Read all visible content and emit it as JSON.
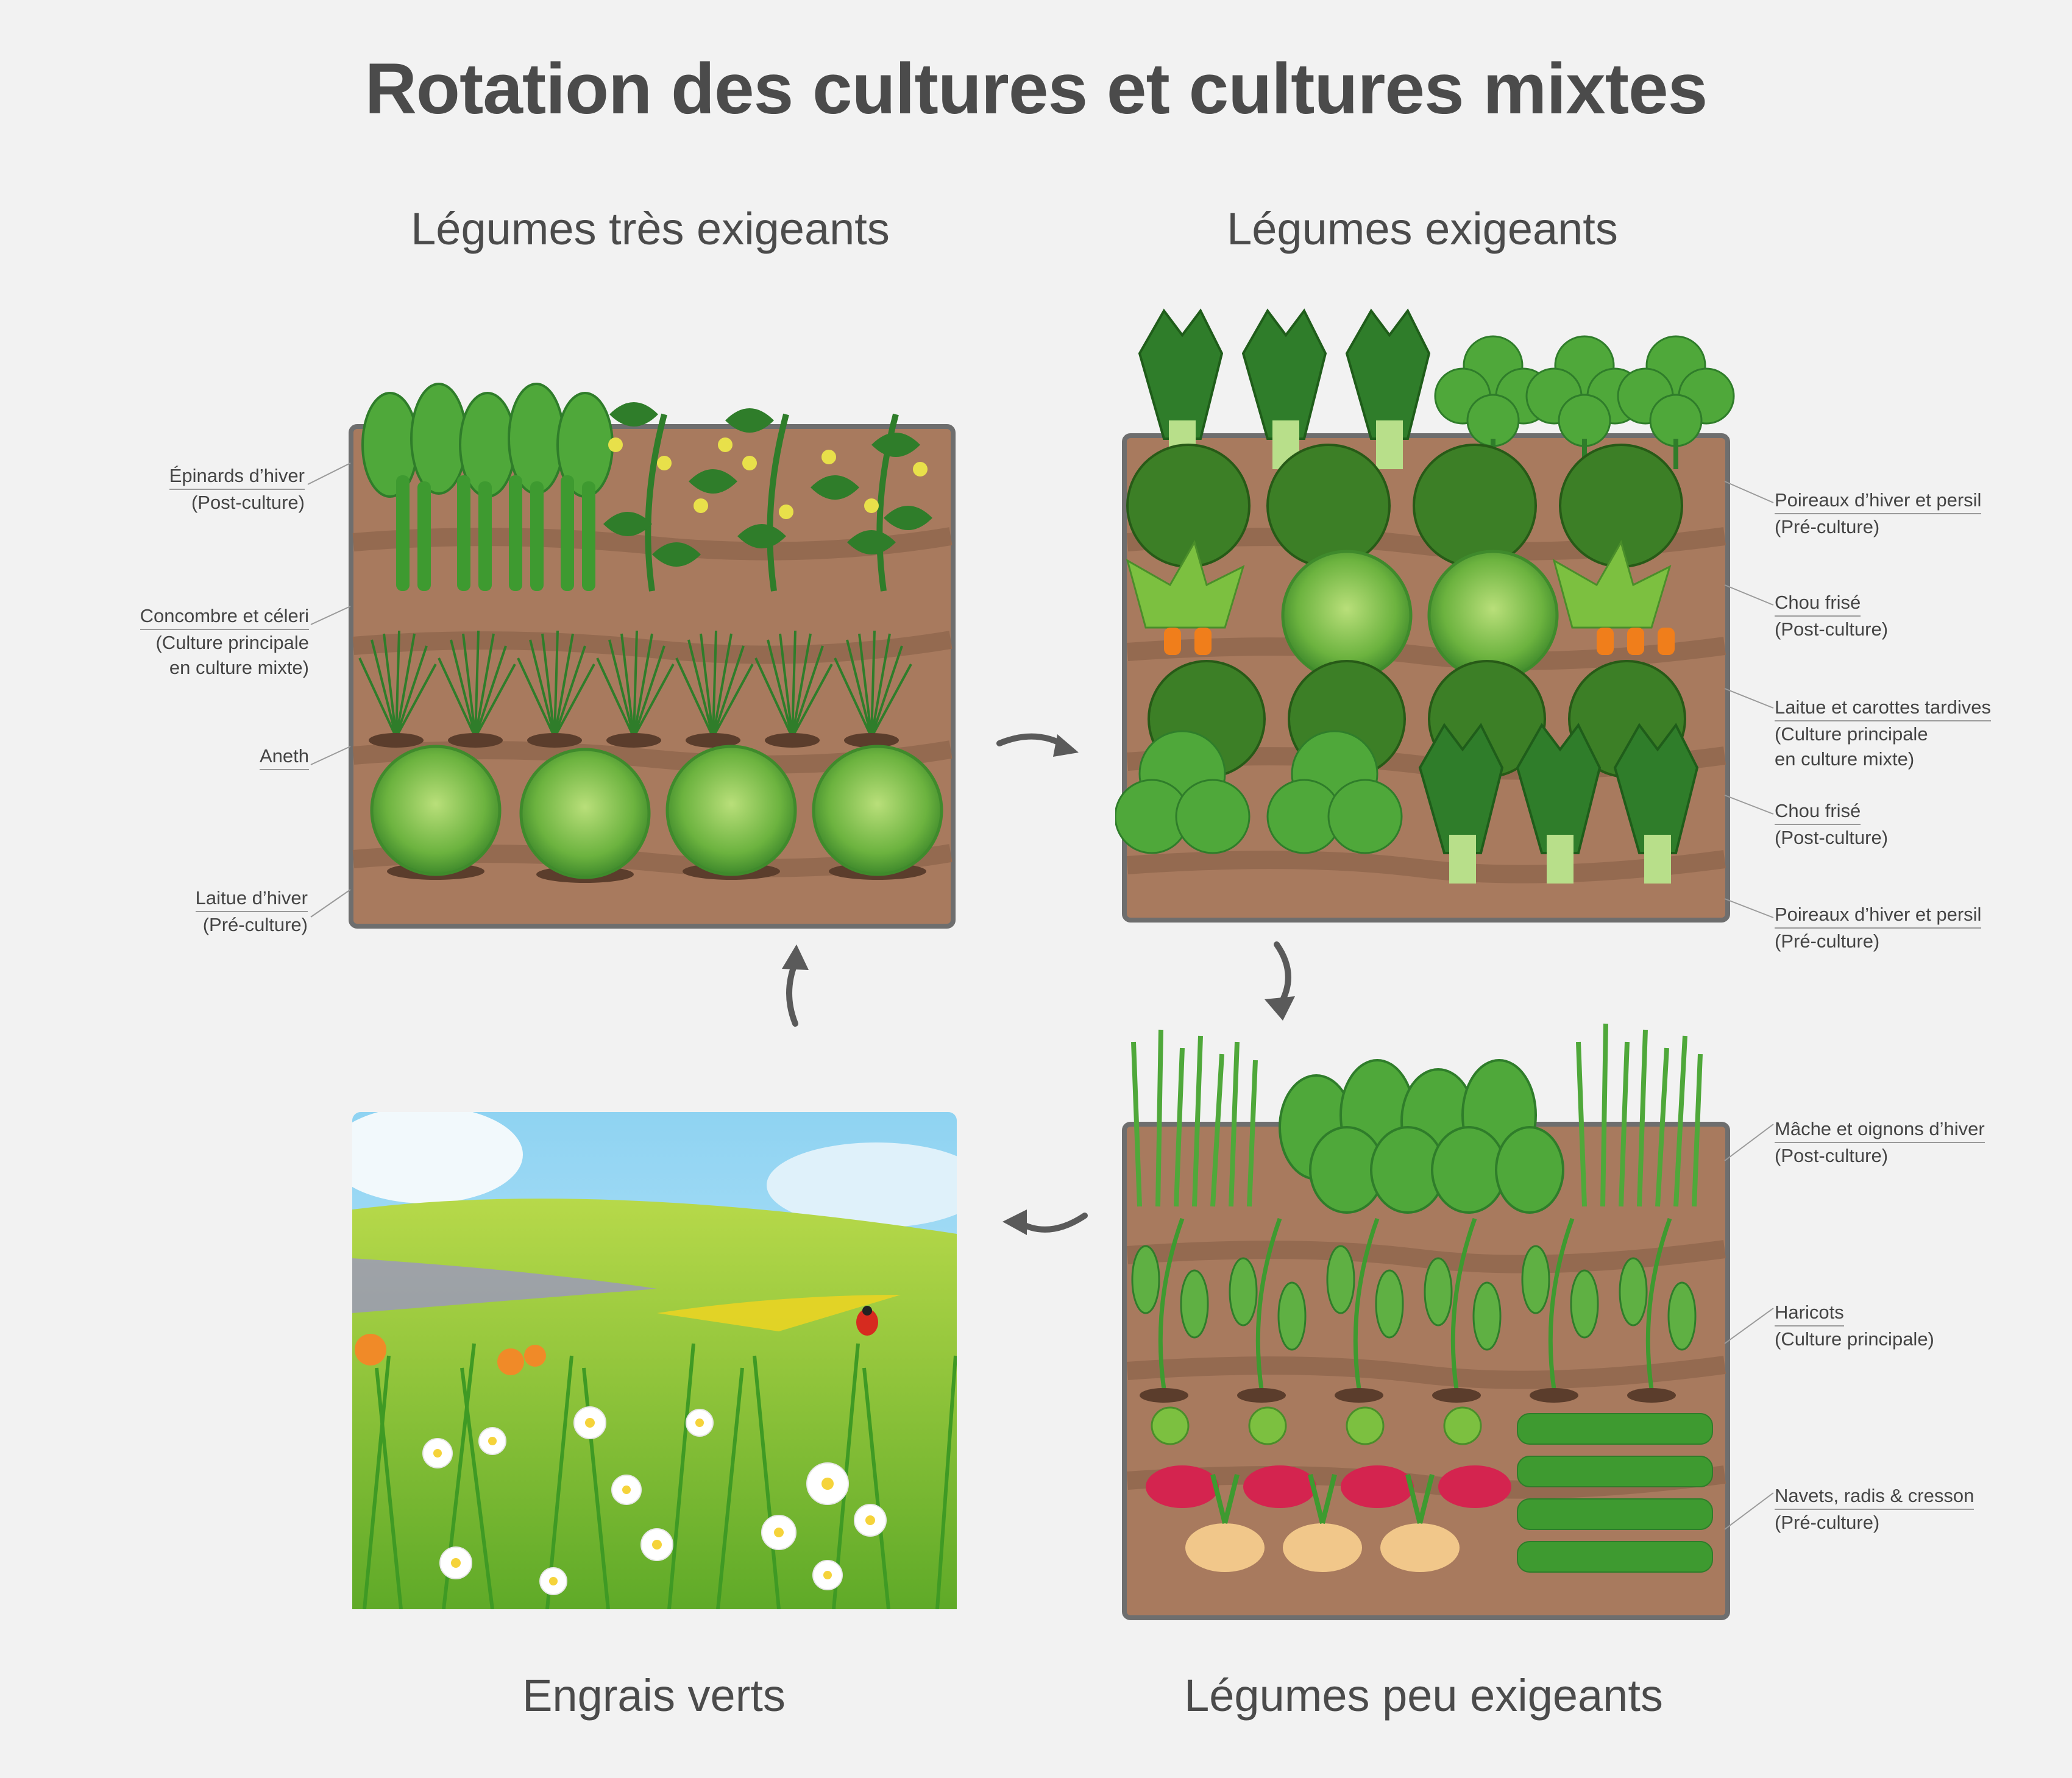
{
  "title": "Rotation des cultures et cultures mixtes",
  "sections": {
    "very_demanding": {
      "heading": "Légumes très exigeants",
      "labels": [
        {
          "line1": "Épinards d’hiver",
          "line2": "(Post-culture)"
        },
        {
          "line1": "Concombre et céleri",
          "line2": "(Culture principale",
          "line3": "en culture mixte)"
        },
        {
          "line1": "Aneth"
        },
        {
          "line1": "Laitue d’hiver",
          "line2": "(Pré-culture)"
        }
      ]
    },
    "demanding": {
      "heading": "Légumes exigeants",
      "labels": [
        {
          "line1": "Poireaux d’hiver et persil",
          "line2": "(Pré-culture)"
        },
        {
          "line1": "Chou frisé",
          "line2": "(Post-culture)"
        },
        {
          "line1": "Laitue et carottes tardives",
          "line2": "(Culture principale",
          "line3": "en culture mixte)"
        },
        {
          "line1": "Chou frisé",
          "line2": "(Post-culture)"
        },
        {
          "line1": "Poireaux d’hiver et persil",
          "line2": "(Pré-culture)"
        }
      ]
    },
    "low_demanding": {
      "heading": "Légumes peu exigeants",
      "labels": [
        {
          "line1": "Mâche et oignons d’hiver",
          "line2": "(Post-culture)"
        },
        {
          "line1": "Haricots",
          "line2": "(Culture principale)"
        },
        {
          "line1": "Navets, radis & cresson",
          "line2": "(Pré-culture)"
        }
      ]
    },
    "green_manure": {
      "heading": "Engrais verts"
    }
  },
  "colors": {
    "background": "#f2f2f2",
    "soil": "#a87a5e",
    "soil_dark": "#8f644a",
    "soil_border": "#6e6e6e",
    "leaf_dark": "#2f7d2a",
    "leaf": "#4fa83a",
    "leaf_light": "#8cc63f",
    "carrot": "#f07e1b",
    "arrow": "#5a5a5a",
    "sky": "#8fd3f2"
  },
  "icons": [
    "rotation-arrow-icon"
  ]
}
